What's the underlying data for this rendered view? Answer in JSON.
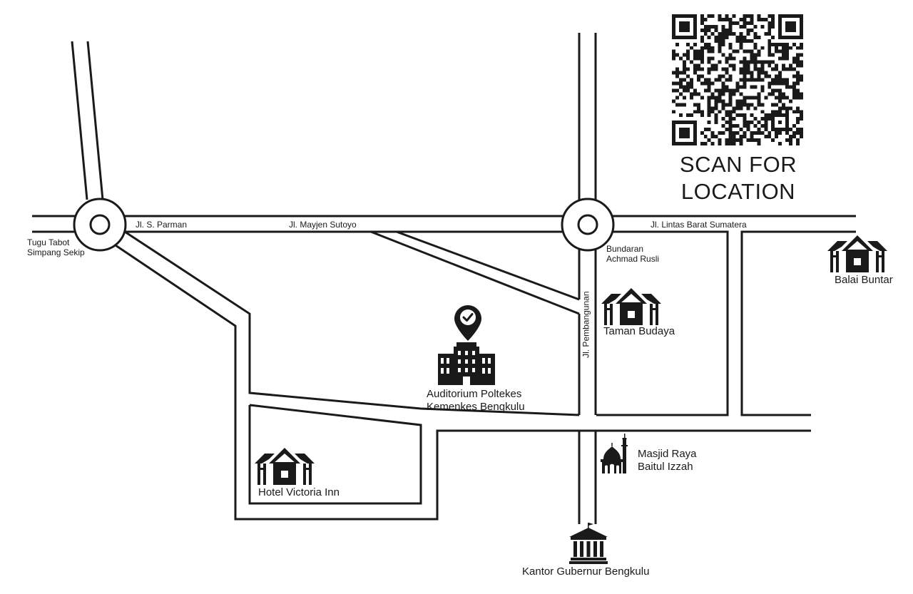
{
  "qr": {
    "caption_line1": "SCAN FOR",
    "caption_line2": "LOCATION"
  },
  "streets": {
    "s_parman": "Jl. S. Parman",
    "mayjen_sutoyo": "Jl. Mayjen Sutoyo",
    "lintas_barat": "Jl. Lintas Barat Sumatera",
    "pembangunan": "Jl. Pembangunan"
  },
  "landmarks": {
    "tugu_line1": "Tugu Tabot",
    "tugu_line2": "Simpang Sekip",
    "bundaran_line1": "Bundaran",
    "bundaran_line2": "Achmad Rusli",
    "balai_buntar": "Balai Buntar",
    "taman_budaya": "Taman Budaya",
    "auditorium_line1": "Auditorium Poltekes",
    "auditorium_line2": "Kemenkes Bengkulu",
    "masjid_line1": "Masjid Raya",
    "masjid_line2": "Baitul Izzah",
    "hotel": "Hotel Victoria Inn",
    "kantor": "Kantor Gubernur Bengkulu"
  },
  "icons": {
    "house": "house-icon",
    "pin": "location-pin-check-icon",
    "building": "office-building-icon",
    "mosque": "mosque-icon",
    "government": "government-building-icon",
    "qr": "qr-code-icon"
  },
  "colors": {
    "ink": "#1a1a1a",
    "paper": "#ffffff"
  }
}
